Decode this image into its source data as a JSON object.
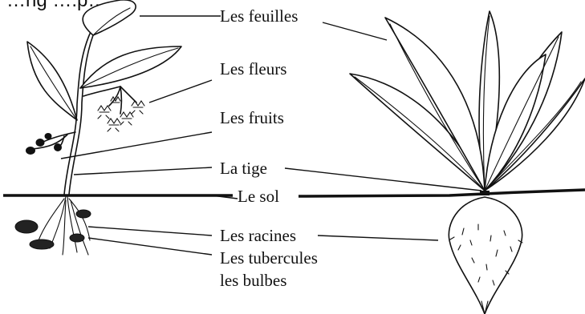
{
  "header_fragment": "…ng  ….p…, …",
  "labels": {
    "leaves": "Les feuilles",
    "flowers": "Les fleurs",
    "fruits": "Les fruits",
    "stem": "La tige",
    "soil": "Le sol",
    "roots": "Les racines",
    "tubers_line1": "Les tubercules",
    "tubers_line2": "les bulbes"
  }
}
